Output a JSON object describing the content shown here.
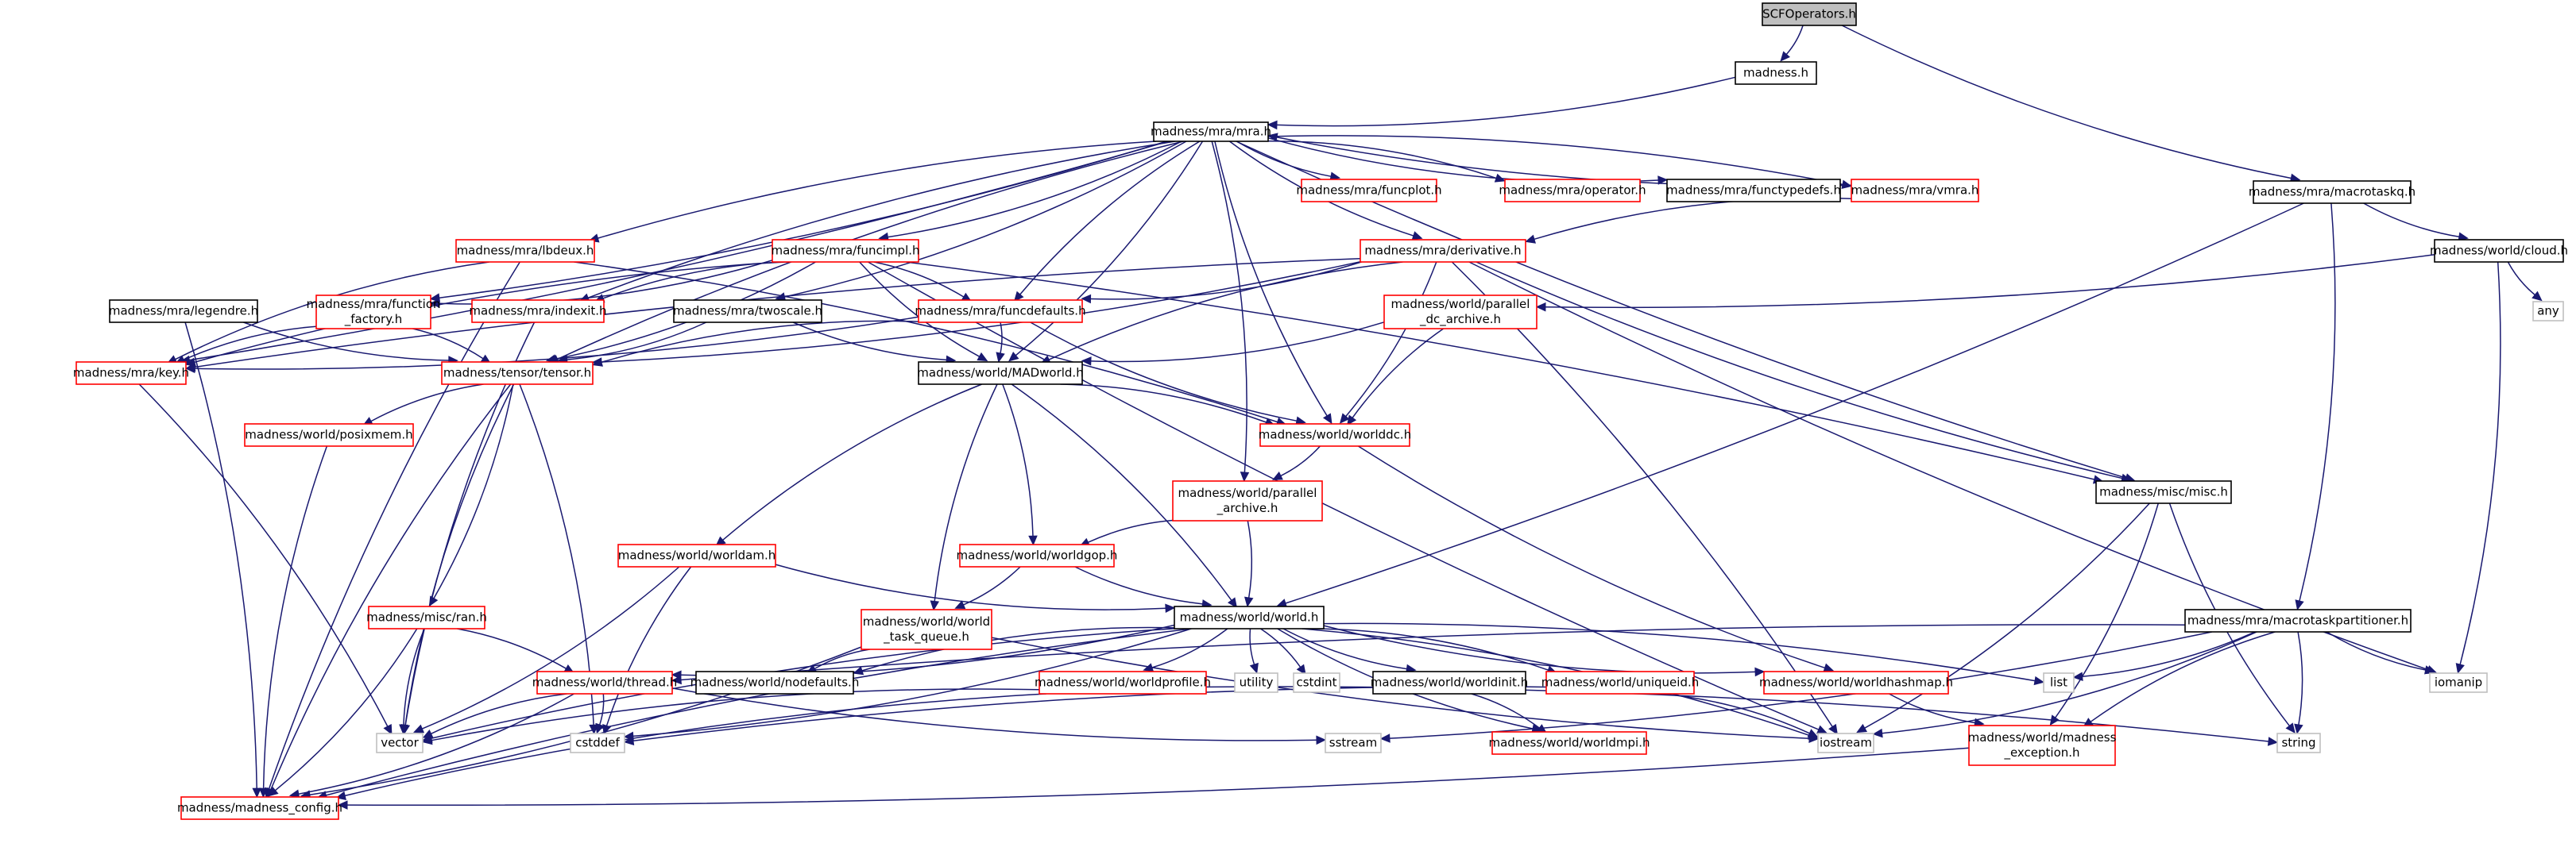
{
  "nodes": [
    {
      "id": "scf",
      "label": "SCFOperators.h",
      "kind": "root",
      "interactable": true
    },
    {
      "id": "madness",
      "label": "madness.h",
      "kind": "normal",
      "interactable": true
    },
    {
      "id": "mra",
      "label": "madness/mra/mra.h",
      "kind": "normal",
      "interactable": true
    },
    {
      "id": "macrotaskq",
      "label": "madness/mra/macrotaskq.h",
      "kind": "normal",
      "interactable": true
    },
    {
      "id": "funcplot",
      "label": "madness/mra/funcplot.h",
      "kind": "truncated",
      "interactable": true
    },
    {
      "id": "operator",
      "label": "madness/mra/operator.h",
      "kind": "truncated",
      "interactable": true
    },
    {
      "id": "functypedefs",
      "label": "madness/mra/functypedefs.h",
      "kind": "normal",
      "interactable": true
    },
    {
      "id": "vmra",
      "label": "madness/mra/vmra.h",
      "kind": "truncated",
      "interactable": true
    },
    {
      "id": "lbdeux",
      "label": "madness/mra/lbdeux.h",
      "kind": "truncated",
      "interactable": true
    },
    {
      "id": "funcimpl",
      "label": "madness/mra/funcimpl.h",
      "kind": "truncated",
      "interactable": true
    },
    {
      "id": "derivative",
      "label": "madness/mra/derivative.h",
      "kind": "truncated",
      "interactable": true
    },
    {
      "id": "cloud",
      "label": "madness/world/cloud.h",
      "kind": "normal",
      "interactable": true
    },
    {
      "id": "legendre",
      "label": "madness/mra/legendre.h",
      "kind": "normal",
      "interactable": true
    },
    {
      "id": "funcfactory",
      "label": "madness/mra/function\n_factory.h",
      "kind": "truncated",
      "interactable": true
    },
    {
      "id": "indexit",
      "label": "madness/mra/indexit.h",
      "kind": "truncated",
      "interactable": true
    },
    {
      "id": "twoscale",
      "label": "madness/mra/twoscale.h",
      "kind": "normal",
      "interactable": true
    },
    {
      "id": "funcdefaults",
      "label": "madness/mra/funcdefaults.h",
      "kind": "truncated",
      "interactable": true
    },
    {
      "id": "pardcarchive",
      "label": "madness/world/parallel\n_dc_archive.h",
      "kind": "truncated",
      "interactable": true
    },
    {
      "id": "any",
      "label": "any",
      "kind": "system",
      "interactable": false
    },
    {
      "id": "key",
      "label": "madness/mra/key.h",
      "kind": "truncated",
      "interactable": true
    },
    {
      "id": "tensor",
      "label": "madness/tensor/tensor.h",
      "kind": "truncated",
      "interactable": true
    },
    {
      "id": "madworld",
      "label": "madness/world/MADworld.h",
      "kind": "normal",
      "interactable": true
    },
    {
      "id": "posixmem",
      "label": "madness/world/posixmem.h",
      "kind": "truncated",
      "interactable": true
    },
    {
      "id": "worlddc",
      "label": "madness/world/worlddc.h",
      "kind": "truncated",
      "interactable": true
    },
    {
      "id": "pararchive",
      "label": "madness/world/parallel\n_archive.h",
      "kind": "truncated",
      "interactable": true
    },
    {
      "id": "misc",
      "label": "madness/misc/misc.h",
      "kind": "normal",
      "interactable": true
    },
    {
      "id": "worldam",
      "label": "madness/world/worldam.h",
      "kind": "truncated",
      "interactable": true
    },
    {
      "id": "worldgop",
      "label": "madness/world/worldgop.h",
      "kind": "truncated",
      "interactable": true
    },
    {
      "id": "ran",
      "label": "madness/misc/ran.h",
      "kind": "truncated",
      "interactable": true
    },
    {
      "id": "worldtaskq",
      "label": "madness/world/world\n_task_queue.h",
      "kind": "truncated",
      "interactable": true
    },
    {
      "id": "world",
      "label": "madness/world/world.h",
      "kind": "normal",
      "interactable": true
    },
    {
      "id": "mtpartitioner",
      "label": "madness/mra/macrotaskpartitioner.h",
      "kind": "normal",
      "interactable": true
    },
    {
      "id": "thread",
      "label": "madness/world/thread.h",
      "kind": "truncated",
      "interactable": true
    },
    {
      "id": "nodefaults",
      "label": "madness/world/nodefaults.h",
      "kind": "normal",
      "interactable": true
    },
    {
      "id": "worldprofile",
      "label": "madness/world/worldprofile.h",
      "kind": "truncated",
      "interactable": true
    },
    {
      "id": "utility",
      "label": "utility",
      "kind": "system",
      "interactable": false
    },
    {
      "id": "cstdint",
      "label": "cstdint",
      "kind": "system",
      "interactable": false
    },
    {
      "id": "worldinit",
      "label": "madness/world/worldinit.h",
      "kind": "normal",
      "interactable": true
    },
    {
      "id": "uniqueid",
      "label": "madness/world/uniqueid.h",
      "kind": "truncated",
      "interactable": true
    },
    {
      "id": "worldhashmap",
      "label": "madness/world/worldhashmap.h",
      "kind": "truncated",
      "interactable": true
    },
    {
      "id": "list",
      "label": "list",
      "kind": "system",
      "interactable": false
    },
    {
      "id": "iomanip",
      "label": "iomanip",
      "kind": "system",
      "interactable": false
    },
    {
      "id": "vector",
      "label": "vector",
      "kind": "system",
      "interactable": false
    },
    {
      "id": "cstddef",
      "label": "cstddef",
      "kind": "system",
      "interactable": false
    },
    {
      "id": "sstream",
      "label": "sstream",
      "kind": "system",
      "interactable": false
    },
    {
      "id": "worldmpi",
      "label": "madness/world/worldmpi.h",
      "kind": "truncated",
      "interactable": true
    },
    {
      "id": "iostream",
      "label": "iostream",
      "kind": "system",
      "interactable": false
    },
    {
      "id": "madexc",
      "label": "madness/world/madness\n_exception.h",
      "kind": "truncated",
      "interactable": true
    },
    {
      "id": "string",
      "label": "string",
      "kind": "system",
      "interactable": false
    },
    {
      "id": "config",
      "label": "madness/madness_config.h",
      "kind": "truncated",
      "interactable": true
    }
  ],
  "edges": [
    [
      "scf",
      "madness"
    ],
    [
      "scf",
      "macrotaskq"
    ],
    [
      "madness",
      "mra"
    ],
    [
      "mra",
      "funcplot"
    ],
    [
      "mra",
      "operator"
    ],
    [
      "mra",
      "functypedefs"
    ],
    [
      "mra",
      "vmra"
    ],
    [
      "mra",
      "lbdeux"
    ],
    [
      "mra",
      "funcimpl"
    ],
    [
      "mra",
      "derivative"
    ],
    [
      "mra",
      "funcfactory"
    ],
    [
      "mra",
      "indexit"
    ],
    [
      "mra",
      "twoscale"
    ],
    [
      "mra",
      "funcdefaults"
    ],
    [
      "mra",
      "key"
    ],
    [
      "mra",
      "tensor"
    ],
    [
      "mra",
      "madworld"
    ],
    [
      "mra",
      "worlddc"
    ],
    [
      "mra",
      "pararchive"
    ],
    [
      "mra",
      "misc"
    ],
    [
      "vmra",
      "mra"
    ],
    [
      "vmra",
      "derivative"
    ],
    [
      "macrotaskq",
      "world"
    ],
    [
      "macrotaskq",
      "cloud"
    ],
    [
      "macrotaskq",
      "mtpartitioner"
    ],
    [
      "lbdeux",
      "key"
    ],
    [
      "lbdeux",
      "worlddc"
    ],
    [
      "lbdeux",
      "config"
    ],
    [
      "funcimpl",
      "funcfactory"
    ],
    [
      "funcimpl",
      "indexit"
    ],
    [
      "funcimpl",
      "funcdefaults"
    ],
    [
      "funcimpl",
      "key"
    ],
    [
      "funcimpl",
      "tensor"
    ],
    [
      "funcimpl",
      "madworld"
    ],
    [
      "funcimpl",
      "misc"
    ],
    [
      "funcimpl",
      "iostream"
    ],
    [
      "derivative",
      "funcdefaults"
    ],
    [
      "derivative",
      "key"
    ],
    [
      "derivative",
      "tensor"
    ],
    [
      "derivative",
      "madworld"
    ],
    [
      "derivative",
      "worlddc"
    ],
    [
      "derivative",
      "misc"
    ],
    [
      "derivative",
      "iostream"
    ],
    [
      "derivative",
      "iomanip"
    ],
    [
      "cloud",
      "pardcarchive"
    ],
    [
      "cloud",
      "any"
    ],
    [
      "cloud",
      "iomanip"
    ],
    [
      "legendre",
      "tensor"
    ],
    [
      "legendre",
      "config"
    ],
    [
      "funcfactory",
      "key"
    ],
    [
      "funcfactory",
      "tensor"
    ],
    [
      "indexit",
      "vector"
    ],
    [
      "twoscale",
      "tensor"
    ],
    [
      "twoscale",
      "madworld"
    ],
    [
      "funcdefaults",
      "key"
    ],
    [
      "funcdefaults",
      "tensor"
    ],
    [
      "funcdefaults",
      "madworld"
    ],
    [
      "funcdefaults",
      "worlddc"
    ],
    [
      "pardcarchive",
      "madworld"
    ],
    [
      "pardcarchive",
      "worlddc"
    ],
    [
      "key",
      "vector"
    ],
    [
      "tensor",
      "posixmem"
    ],
    [
      "tensor",
      "ran"
    ],
    [
      "tensor",
      "vector"
    ],
    [
      "tensor",
      "cstddef"
    ],
    [
      "tensor",
      "config"
    ],
    [
      "madworld",
      "worlddc"
    ],
    [
      "madworld",
      "worldam"
    ],
    [
      "madworld",
      "worldgop"
    ],
    [
      "madworld",
      "worldtaskq"
    ],
    [
      "madworld",
      "world"
    ],
    [
      "posixmem",
      "config"
    ],
    [
      "worlddc",
      "pararchive"
    ],
    [
      "worlddc",
      "worldhashmap"
    ],
    [
      "pararchive",
      "world"
    ],
    [
      "pararchive",
      "worldgop"
    ],
    [
      "misc",
      "iostream"
    ],
    [
      "misc",
      "string"
    ],
    [
      "misc",
      "madexc"
    ],
    [
      "worldam",
      "world"
    ],
    [
      "worldam",
      "vector"
    ],
    [
      "worldam",
      "cstddef"
    ],
    [
      "worldgop",
      "worldtaskq"
    ],
    [
      "worldgop",
      "world"
    ],
    [
      "ran",
      "thread"
    ],
    [
      "ran",
      "vector"
    ],
    [
      "ran",
      "config"
    ],
    [
      "worldtaskq",
      "nodefaults"
    ],
    [
      "worldtaskq",
      "config"
    ],
    [
      "worldtaskq",
      "iostream"
    ],
    [
      "world",
      "thread"
    ],
    [
      "world",
      "nodefaults"
    ],
    [
      "world",
      "worldprofile"
    ],
    [
      "world",
      "utility"
    ],
    [
      "world",
      "cstdint"
    ],
    [
      "world",
      "worldinit"
    ],
    [
      "world",
      "uniqueid"
    ],
    [
      "world",
      "worldhashmap"
    ],
    [
      "world",
      "list"
    ],
    [
      "world",
      "vector"
    ],
    [
      "world",
      "cstddef"
    ],
    [
      "world",
      "worldmpi"
    ],
    [
      "world",
      "iostream"
    ],
    [
      "world",
      "config"
    ],
    [
      "mtpartitioner",
      "list"
    ],
    [
      "mtpartitioner",
      "iomanip"
    ],
    [
      "mtpartitioner",
      "string"
    ],
    [
      "mtpartitioner",
      "madexc"
    ],
    [
      "mtpartitioner",
      "sstream"
    ],
    [
      "mtpartitioner",
      "thread"
    ],
    [
      "mtpartitioner",
      "iostream"
    ],
    [
      "thread",
      "vector"
    ],
    [
      "thread",
      "cstddef"
    ],
    [
      "thread",
      "sstream"
    ],
    [
      "thread",
      "config"
    ],
    [
      "worldprofile",
      "vector"
    ],
    [
      "worldprofile",
      "string"
    ],
    [
      "worldprofile",
      "config"
    ],
    [
      "worldinit",
      "worldmpi"
    ],
    [
      "uniqueid",
      "cstddef"
    ],
    [
      "uniqueid",
      "iostream"
    ],
    [
      "worldhashmap",
      "madexc"
    ],
    [
      "madexc",
      "config"
    ]
  ],
  "colors": {
    "edge": "#191970",
    "normal_border": "#000000",
    "truncated_border": "#ff0000",
    "system_border": "#bfbfbf",
    "root_fill": "#bfbfbf"
  }
}
